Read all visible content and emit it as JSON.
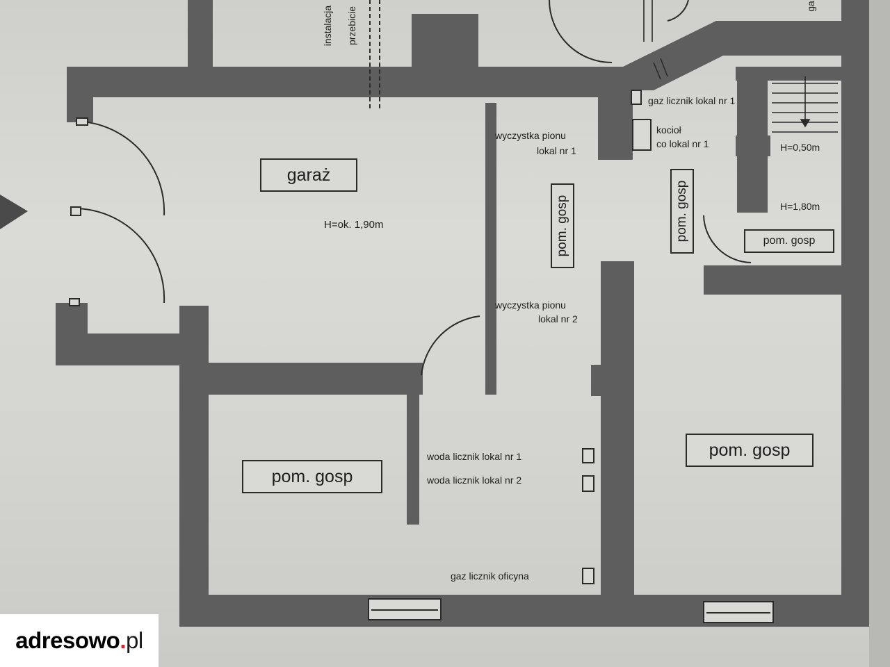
{
  "colors": {
    "wall": "#5e5e5e",
    "paper": "#d8d8d4",
    "ink": "#1e1e1e",
    "logo_accent": "#d22630"
  },
  "top_labels": {
    "instalacja": "instalacja",
    "przebicie": "przebicie",
    "top_right": "ga"
  },
  "rooms": {
    "garaz": "garaż",
    "garaz_height": "H=ok. 1,90m",
    "pom_gosp_left": "pom. gosp",
    "pom_gosp_right": "pom. gosp",
    "pom_gosp_corridor_1": "pom. gosp",
    "pom_gosp_corridor_2": "pom. gosp",
    "pom_gosp_small": "pom. gosp"
  },
  "annotations": {
    "gaz_licznik_lokal_1": "gaz licznik lokal nr 1",
    "kociol_line1": "kocioł",
    "kociol_line2": "co lokal nr 1",
    "wyczystka1_line1": "wyczystka pionu",
    "wyczystka1_line2": "lokal nr 1",
    "wyczystka2_line1": "wyczystka pionu",
    "wyczystka2_line2": "lokal nr 2",
    "woda_licznik_1": "woda licznik lokal nr 1",
    "woda_licznik_2": "woda licznik lokal nr 2",
    "gaz_licznik_oficyna": "gaz licznik oficyna",
    "height_stairs": "H=0,50m",
    "height_small": "H=1,80m"
  },
  "logo": {
    "name": "adresowo",
    "dot": ".",
    "tld": "pl"
  }
}
